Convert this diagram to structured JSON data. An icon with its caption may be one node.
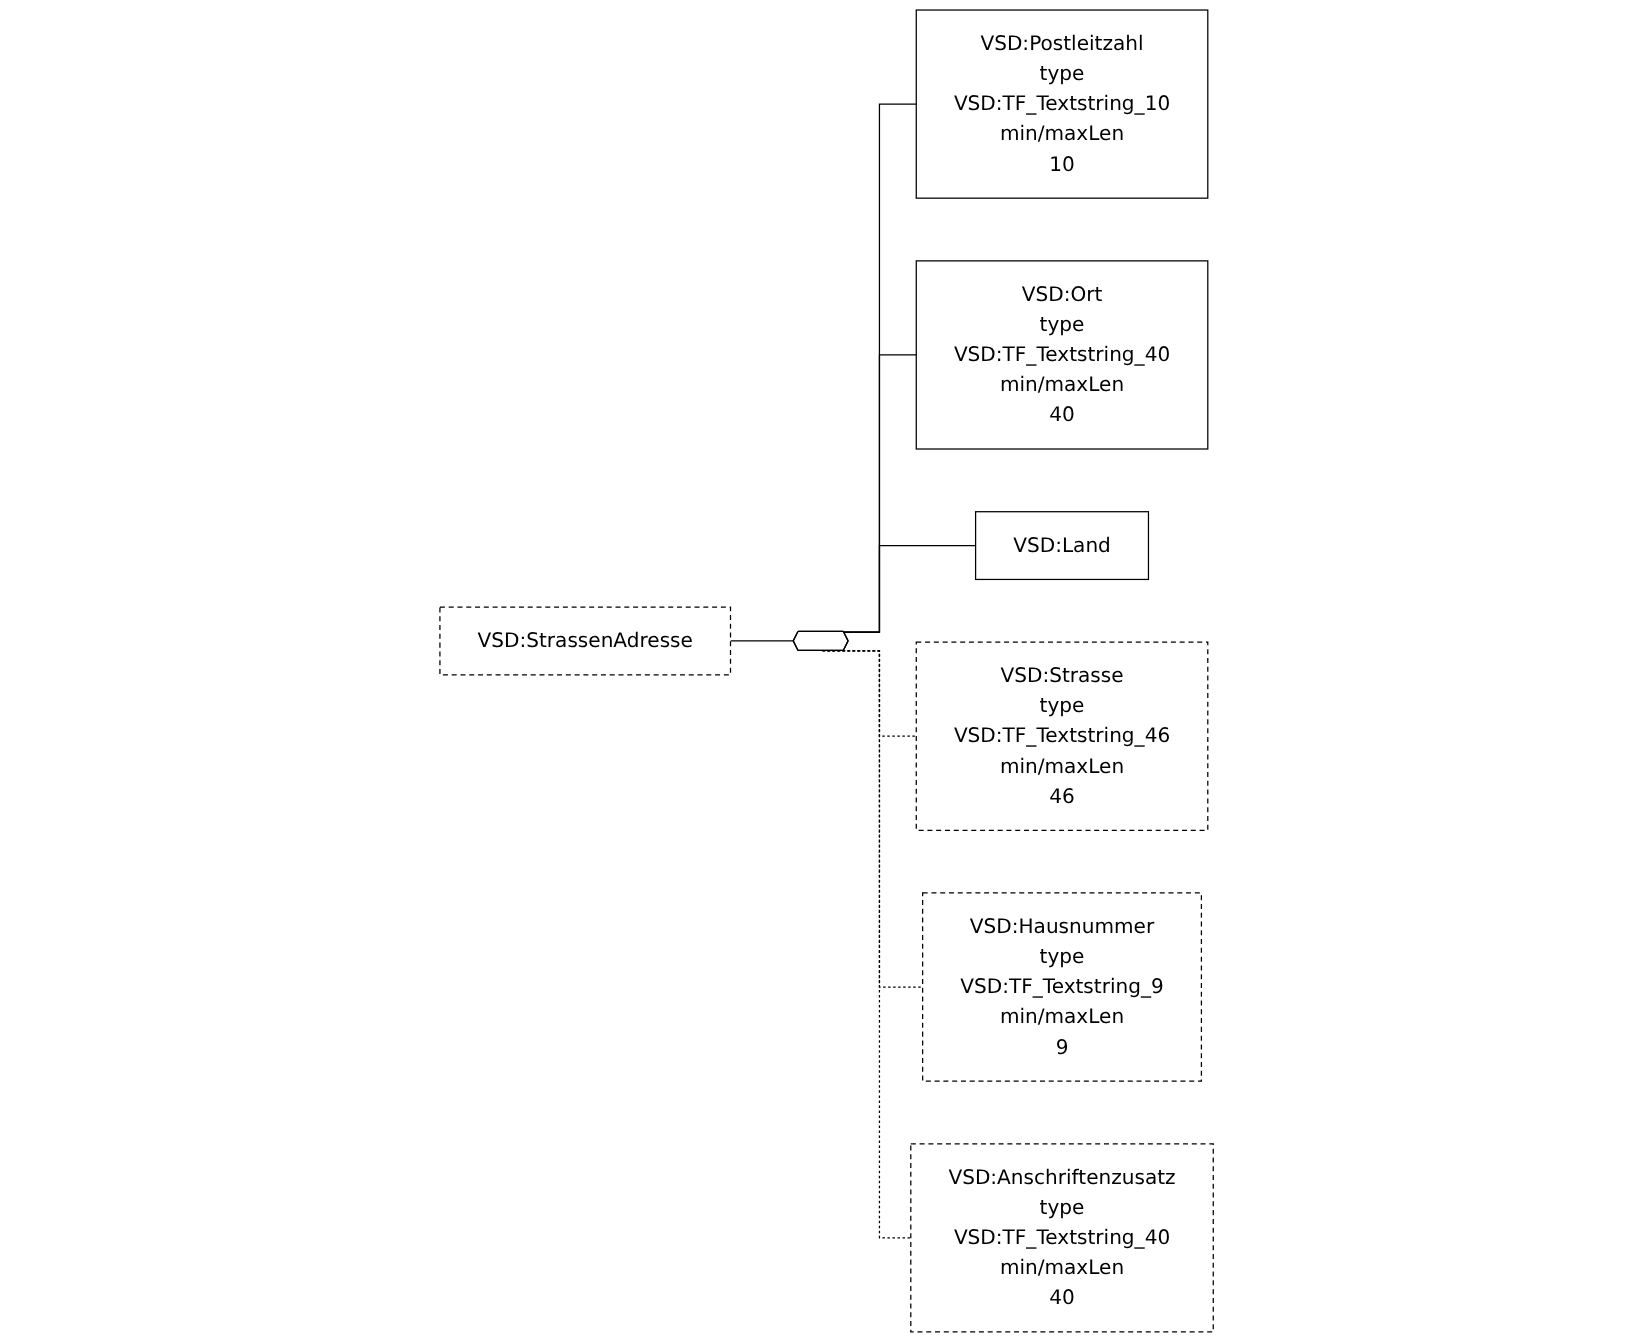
{
  "diagram": {
    "nodes": [
      {
        "text": [
          "VSD:StrassenAdresse"
        ]
      },
      {
        "text": [],
        "shape": "hexagon"
      },
      {
        "text": [
          "VSD:Postleitzahl",
          "type",
          "VSD:TF_Textstring_10",
          "min/maxLen",
          "10"
        ]
      },
      {
        "text": [
          "VSD:Ort",
          "type",
          "VSD:TF_Textstring_40",
          "min/maxLen",
          "40"
        ]
      },
      {
        "text": [
          "VSD:Land"
        ]
      },
      {
        "text": [
          "VSD:Strasse",
          "type",
          "VSD:TF_Textstring_46",
          "min/maxLen",
          "46"
        ]
      },
      {
        "text": [
          "VSD:Hausnummer",
          "type",
          "VSD:TF_Textstring_9",
          "min/maxLen",
          "9"
        ]
      },
      {
        "text": [
          "VSD:Anschriftenzusatz",
          "type",
          "VSD:TF_Textstring_40",
          "min/maxLen",
          "40"
        ]
      }
    ],
    "edges": [
      {
        "from": 0,
        "to": 1,
        "arrow": "none"
      },
      {
        "from": 1,
        "to": 2,
        "arrow": "none"
      },
      {
        "from": 1,
        "to": 3,
        "arrow": "none"
      },
      {
        "from": 1,
        "to": 4,
        "arrow": "none"
      },
      {
        "from": 1,
        "to": 5,
        "arrow": "none",
        "style": "dashed"
      },
      {
        "from": 1,
        "to": 6,
        "arrow": "none",
        "style": "dashed"
      },
      {
        "from": 1,
        "to": 7,
        "arrow": "none",
        "style": "dashed"
      }
    ]
  }
}
